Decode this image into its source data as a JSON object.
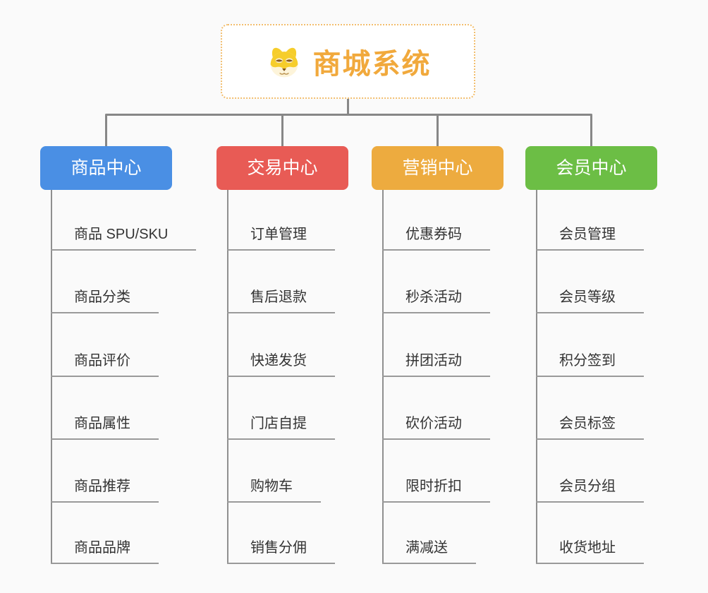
{
  "page": {
    "background_color": "#fafafa",
    "connector_color": "#878787",
    "leaf_line_color": "#9a9a9a",
    "leaf_text_color": "#333333"
  },
  "root": {
    "title": "商城系统",
    "icon": "dog-face-icon",
    "text_color": "#f1a93c",
    "border_color": "#f2be6e"
  },
  "branches": [
    {
      "label": "商品中心",
      "color": "#4a8fe4",
      "children": [
        "商品 SPU/SKU",
        "商品分类",
        "商品评价",
        "商品属性",
        "商品推荐",
        "商品品牌"
      ]
    },
    {
      "label": "交易中心",
      "color": "#e85b55",
      "children": [
        "订单管理",
        "售后退款",
        "快递发货",
        "门店自提",
        "购物车",
        "销售分佣"
      ]
    },
    {
      "label": "营销中心",
      "color": "#edab3f",
      "children": [
        "优惠券码",
        "秒杀活动",
        "拼团活动",
        "砍价活动",
        "限时折扣",
        "满减送"
      ]
    },
    {
      "label": "会员中心",
      "color": "#6cbe45",
      "children": [
        "会员管理",
        "会员等级",
        "积分签到",
        "会员标签",
        "会员分组",
        "收货地址"
      ]
    }
  ]
}
